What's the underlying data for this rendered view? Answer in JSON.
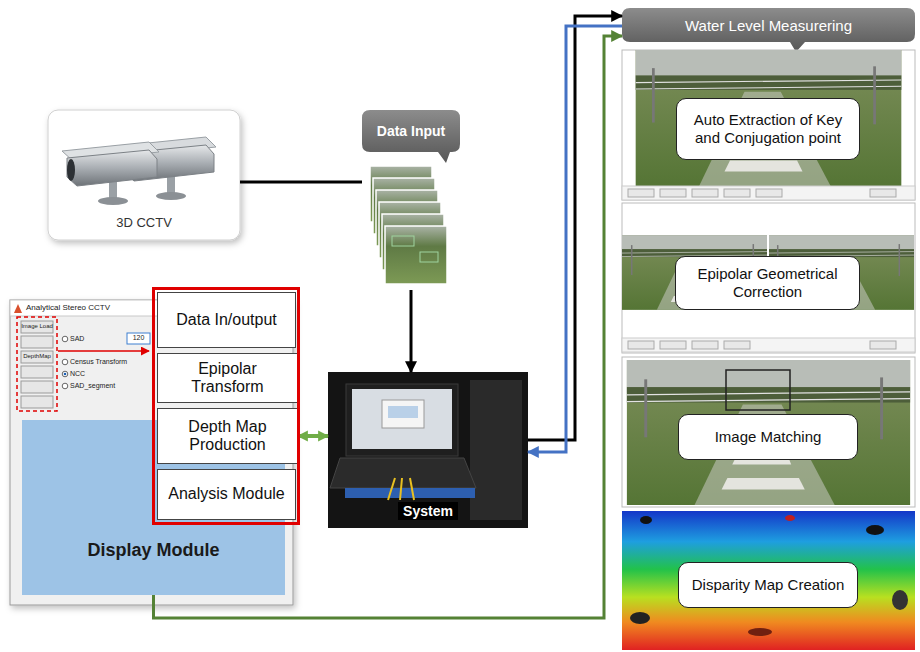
{
  "diagram": {
    "nodes": [
      {
        "text": [
          "3D CCTV"
        ]
      },
      {
        "text": [
          "Data Input"
        ]
      },
      {
        "text": [
          "Analytical Stereo CCTV"
        ]
      },
      {
        "text": [
          "Display Module"
        ],
        "in": 2
      },
      {
        "text": [
          "Data In/output"
        ]
      },
      {
        "text": [
          "Epipolar Transform"
        ]
      },
      {
        "text": [
          "Depth Map Production"
        ]
      },
      {
        "text": [
          "Analysis Module"
        ]
      },
      {
        "text": [
          "System"
        ]
      },
      {
        "text": [
          "Water Level Measurering"
        ]
      },
      {
        "text": [
          "Auto Extraction of Key and Conjugation point"
        ]
      },
      {
        "text": [
          "Epipolar Geometrical Correction"
        ]
      },
      {
        "text": [
          "Image Matching"
        ]
      },
      {
        "text": [
          "Disparity Map Creation"
        ]
      }
    ],
    "edges": [
      {
        "from": 0,
        "to": 1,
        "arrow": "none"
      },
      {
        "from": 1,
        "to": 8,
        "arrow": "to"
      },
      {
        "from": 6,
        "to": 8,
        "arrow": "both"
      },
      {
        "from": 8,
        "to": 9,
        "arrow": "to"
      },
      {
        "from": 9,
        "to": 8,
        "arrow": "to"
      },
      {
        "from": 3,
        "to": 9,
        "arrow": "to"
      }
    ],
    "labels": [
      "Image Load",
      "DepthMap",
      "SAD",
      "Census Transform",
      "NCC",
      "SAD_segment",
      "120"
    ]
  }
}
